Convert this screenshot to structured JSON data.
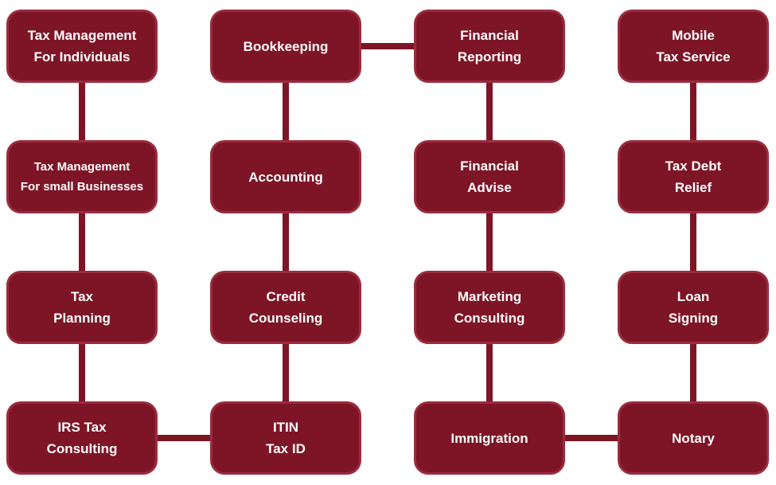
{
  "diagram": {
    "colors": {
      "node_fill": "#7E1526",
      "node_border": "#9A2C3E",
      "connector": "#7E1526",
      "text": "#FFFFFF",
      "background": "#FFFFFF"
    },
    "columns": [
      {
        "nodes": [
          {
            "label": "Tax Management\nFor Individuals"
          },
          {
            "label": "Tax Management\nFor small Businesses"
          },
          {
            "label": "Tax\nPlanning"
          },
          {
            "label": "IRS Tax\nConsulting"
          }
        ]
      },
      {
        "nodes": [
          {
            "label": "Bookkeeping"
          },
          {
            "label": "Accounting"
          },
          {
            "label": "Credit\nCounseling"
          },
          {
            "label": "ITIN\nTax ID"
          }
        ]
      },
      {
        "nodes": [
          {
            "label": "Financial\nReporting"
          },
          {
            "label": "Financial\nAdvise"
          },
          {
            "label": "Marketing\nConsulting"
          },
          {
            "label": "Immigration"
          }
        ]
      },
      {
        "nodes": [
          {
            "label": "Mobile\nTax Service"
          },
          {
            "label": "Tax Debt\nRelief"
          },
          {
            "label": "Loan\nSigning"
          },
          {
            "label": "Notary"
          }
        ]
      }
    ],
    "edges": [
      {
        "from": "Tax Management For Individuals",
        "to": "Tax Management For small Businesses"
      },
      {
        "from": "Tax Management For small Businesses",
        "to": "Tax Planning"
      },
      {
        "from": "Tax Planning",
        "to": "IRS Tax Consulting"
      },
      {
        "from": "IRS Tax Consulting",
        "to": "ITIN Tax ID"
      },
      {
        "from": "ITIN Tax ID",
        "to": "Credit Counseling"
      },
      {
        "from": "Credit Counseling",
        "to": "Accounting"
      },
      {
        "from": "Accounting",
        "to": "Bookkeeping"
      },
      {
        "from": "Bookkeeping",
        "to": "Financial Reporting"
      },
      {
        "from": "Financial Reporting",
        "to": "Financial Advise"
      },
      {
        "from": "Financial Advise",
        "to": "Marketing Consulting"
      },
      {
        "from": "Marketing Consulting",
        "to": "Immigration"
      },
      {
        "from": "Immigration",
        "to": "Notary"
      },
      {
        "from": "Notary",
        "to": "Loan Signing"
      },
      {
        "from": "Loan Signing",
        "to": "Tax Debt Relief"
      },
      {
        "from": "Tax Debt Relief",
        "to": "Mobile Tax Service"
      }
    ]
  }
}
